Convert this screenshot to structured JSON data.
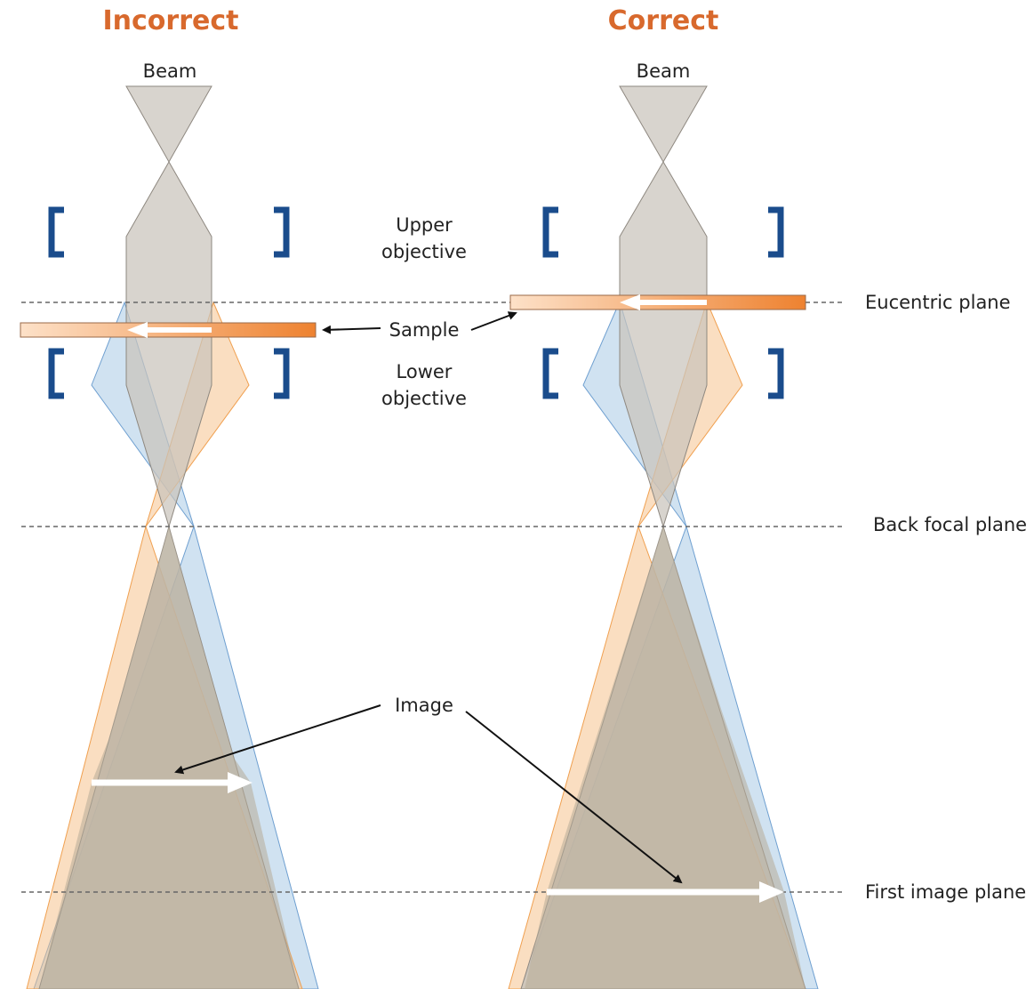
{
  "titles": {
    "left": "Incorrect",
    "right": "Correct"
  },
  "labels": {
    "beam": "Beam",
    "upper_objective_line1": "Upper",
    "upper_objective_line2": "objective",
    "lower_objective_line1": "Lower",
    "lower_objective_line2": "objective",
    "sample": "Sample",
    "image": "Image"
  },
  "planes": {
    "eucentric": "Eucentric plane",
    "back_focal": "Back focal plane",
    "first_image": "First image plane"
  },
  "colors": {
    "title": "#d8692d",
    "lens": "#1a4c8c",
    "beam_gray": "#bdb6ad",
    "beam_blue": "#a9cbe6",
    "beam_orange": "#f6bd84",
    "image_fill": "#b6ab98",
    "sample_orange": "#ef8a3c"
  }
}
